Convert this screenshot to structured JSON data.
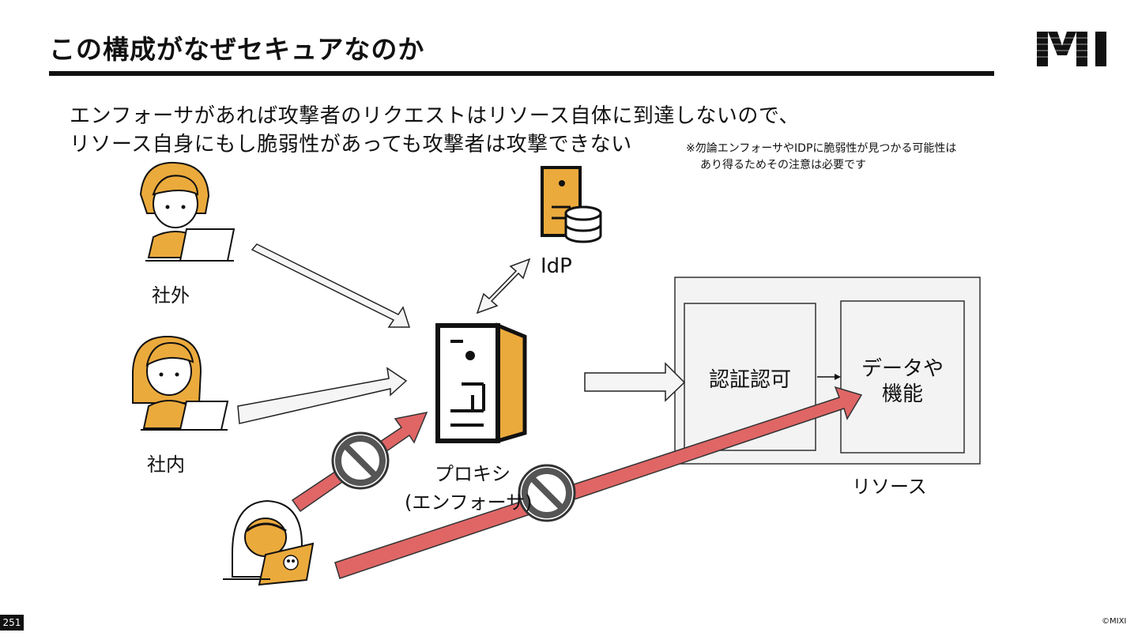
{
  "slide": {
    "title": "この構成がなぜセキュアなのか",
    "lead_lines": [
      "エンフォーサがあれば攻撃者のリクエストはリソース自体に到達しないので、",
      "リソース自身にもし脆弱性があっても攻撃者は攻撃できない"
    ],
    "note_lines": [
      "※勿論エンフォーサやIDPに脆弱性が見つかる可能性は",
      "あり得るためその注意は必要です"
    ],
    "page_number": "251",
    "copyright": "©MIXI",
    "logo_text": "MIXI"
  },
  "diagram": {
    "actors": {
      "outside_label": "社外",
      "inside_label": "社内",
      "attacker_icon": "hooded-attacker-icon"
    },
    "idp_label": "IdP",
    "proxy_label_line1": "プロキシ",
    "proxy_label_line2": "(エンフォーサ)",
    "resource_label": "リソース",
    "auth_box_label": "認証認可",
    "data_box_label_line1": "データや",
    "data_box_label_line2": "機能",
    "blocked_icon": "prohibited-icon"
  },
  "colors": {
    "accent_orange": "#EBAA3C",
    "blocked_red": "#E06666",
    "arrow_fill": "#F5F5F5",
    "box_fill": "#F3F3F3",
    "text": "#111111"
  }
}
